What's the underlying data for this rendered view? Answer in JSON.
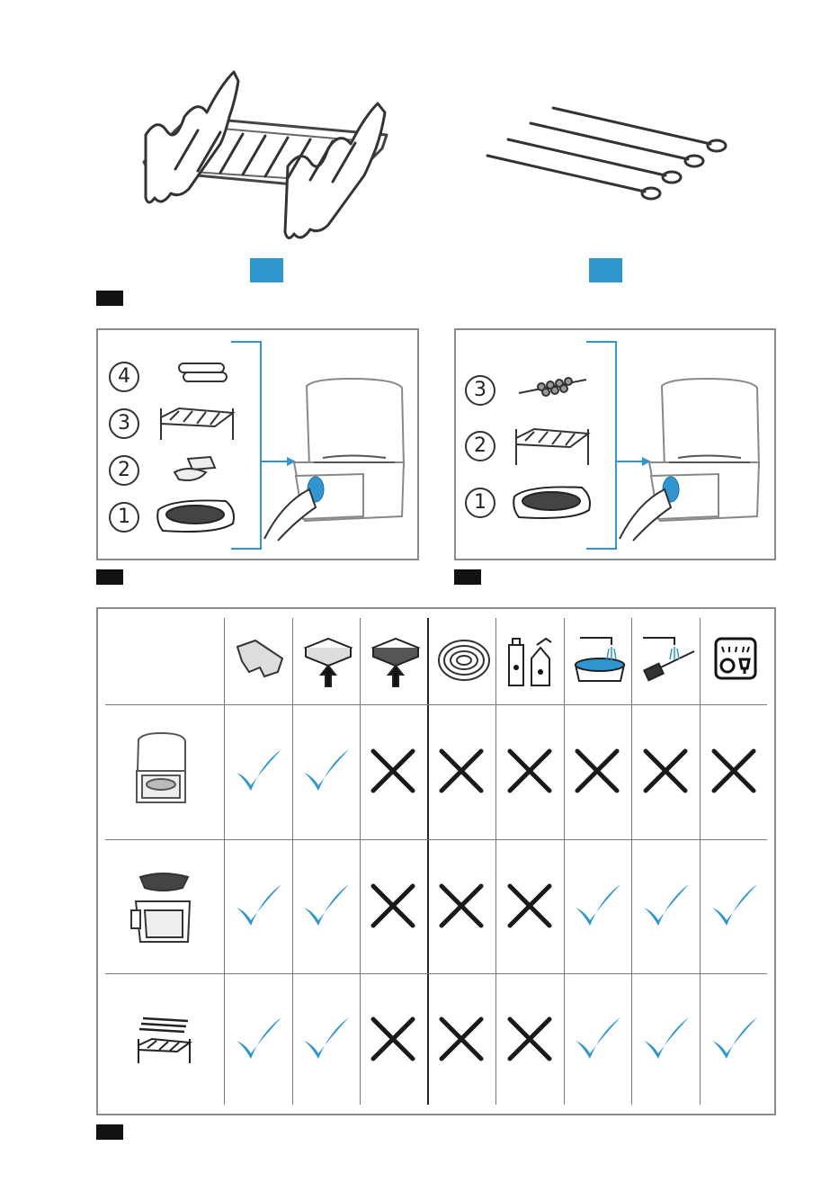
{
  "figures": {
    "rack_badge": "",
    "skewers_badge": "",
    "fig1_tag": "",
    "fig2_tag": "",
    "fig3_tag": "",
    "fig4_tag": ""
  },
  "panel_left": {
    "layers": [
      "4",
      "3",
      "2",
      "1"
    ]
  },
  "panel_right": {
    "layers": [
      "3",
      "2",
      "1"
    ]
  },
  "cleaning_table": {
    "columns": [
      {
        "icon": "cloth-icon"
      },
      {
        "icon": "soft-sponge-icon"
      },
      {
        "icon": "abrasive-sponge-icon"
      },
      {
        "icon": "steel-wool-icon"
      },
      {
        "icon": "cleaning-spray-icon"
      },
      {
        "icon": "soak-in-water-icon"
      },
      {
        "icon": "brush-under-tap-icon"
      },
      {
        "icon": "dishwasher-icon"
      }
    ],
    "rows": [
      {
        "item": "airfryer-housing-icon",
        "marks": [
          "check",
          "check",
          "cross",
          "cross",
          "cross",
          "cross",
          "cross",
          "cross"
        ]
      },
      {
        "item": "basket-and-grid-icon",
        "marks": [
          "check",
          "check",
          "cross",
          "cross",
          "cross",
          "check",
          "check",
          "check"
        ]
      },
      {
        "item": "rack-and-skewers-icon",
        "marks": [
          "check",
          "check",
          "cross",
          "cross",
          "cross",
          "check",
          "check",
          "check"
        ]
      }
    ],
    "colors": {
      "check": "#2f96cf",
      "cross": "#1a1a1a"
    }
  }
}
